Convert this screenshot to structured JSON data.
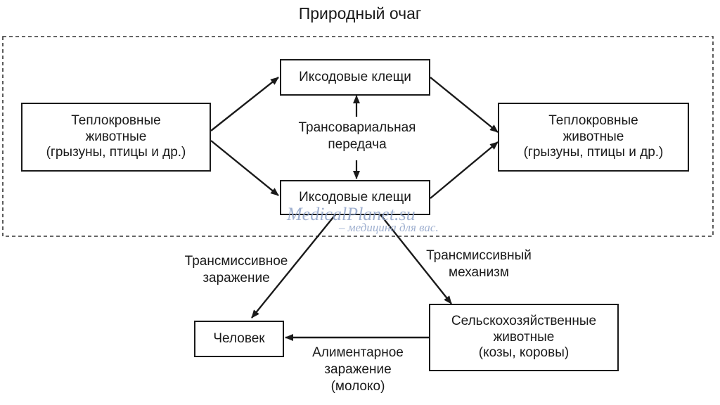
{
  "title": "Природный очаг",
  "boxes": {
    "ticks_top": "Иксодовые клещи",
    "ticks_bottom": "Иксодовые клещи",
    "animals_left": "Теплокровные\nживотные\n(грызуны, птицы и др.)",
    "animals_right": "Теплокровные\nживотные\n(грызуны, птицы и др.)",
    "human": "Человек",
    "livestock": "Сельскохозяйственные\nживотные\n(козы, коровы)"
  },
  "labels": {
    "transovarial": "Трансовариальная\nпередача",
    "transmissive_infection": "Трансмиссивное\nзаражение",
    "transmissive_mechanism": "Трансмиссивный\nмеханизм",
    "alimentary": "Алиментарное\nзаражение\n(молоко)"
  },
  "watermark": {
    "site": "MedicalPlanet.su",
    "tagline": "– медицина для вас."
  }
}
